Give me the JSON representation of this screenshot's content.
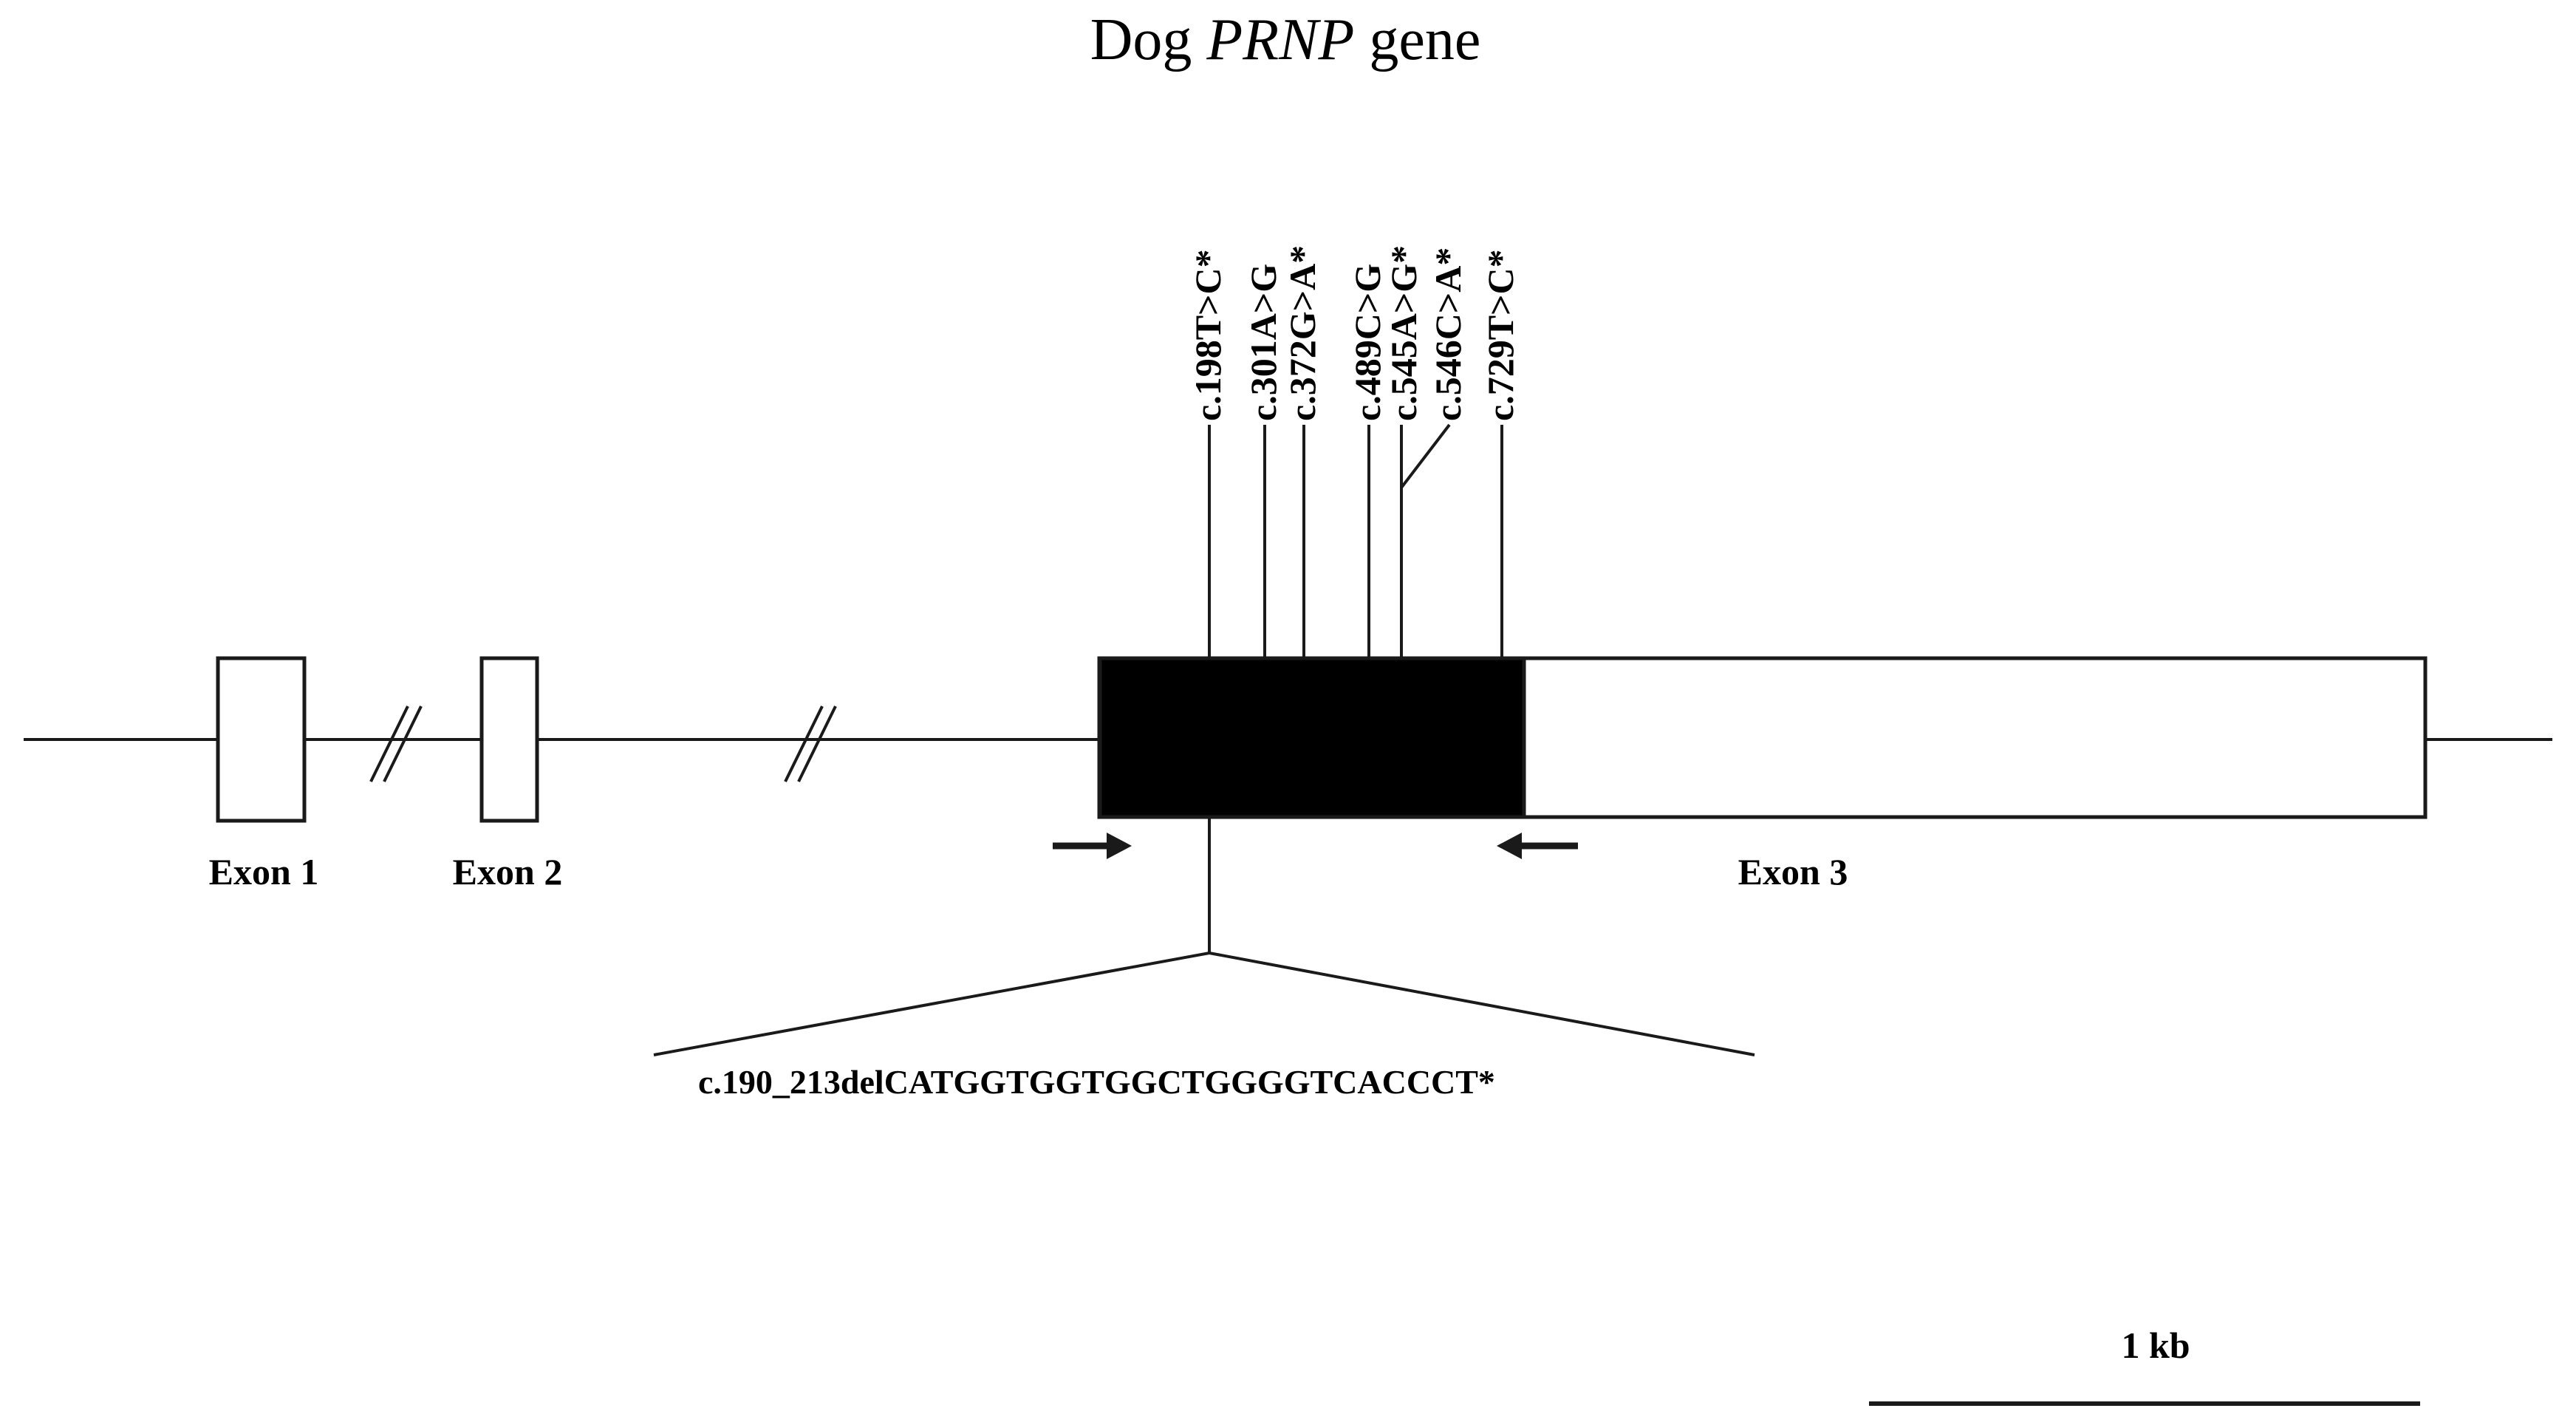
{
  "title": {
    "prefix": "Dog ",
    "gene": "PRNP",
    "suffix": " gene"
  },
  "exons": [
    {
      "label": "Exon 1"
    },
    {
      "label": "Exon 2"
    },
    {
      "label": "Exon 3"
    }
  ],
  "variants": [
    "c.198T>C*",
    "c.301A>G",
    "c.372G>A*",
    "c.489C>G",
    "c.545A>G*",
    "c.546C>A*",
    "c.729T>C*"
  ],
  "deletion": "c.190_213delCATGGTGGTGGCTGGGGTCACCCT*",
  "scale_bar": "1 kb",
  "colors": {
    "line": "#1a1a1a",
    "coding_region": "#000000",
    "utr": "#ffffff"
  }
}
